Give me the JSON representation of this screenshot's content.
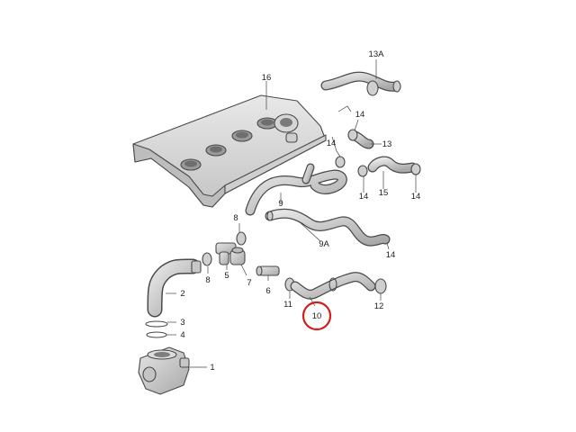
{
  "colors": {
    "part_fill": "#dadada",
    "part_shadow": "#b4b4b4",
    "outline": "#4a4a4a",
    "highlight_ring": "#d21e1e"
  },
  "highlighted_part": "10",
  "parts": [
    {
      "id": "p1",
      "label": "1"
    },
    {
      "id": "p2",
      "label": "2"
    },
    {
      "id": "p3",
      "label": "3"
    },
    {
      "id": "p4",
      "label": "4"
    },
    {
      "id": "p5",
      "label": "5"
    },
    {
      "id": "p6",
      "label": "6"
    },
    {
      "id": "p7",
      "label": "7"
    },
    {
      "id": "p8a",
      "label": "8"
    },
    {
      "id": "p8b",
      "label": "8"
    },
    {
      "id": "p9",
      "label": "9"
    },
    {
      "id": "p9a",
      "label": "9A"
    },
    {
      "id": "p10",
      "label": "10"
    },
    {
      "id": "p11",
      "label": "11"
    },
    {
      "id": "p12",
      "label": "12"
    },
    {
      "id": "p13",
      "label": "13"
    },
    {
      "id": "p13a",
      "label": "13A"
    },
    {
      "id": "p14a",
      "label": "14"
    },
    {
      "id": "p14b",
      "label": "14"
    },
    {
      "id": "p14c",
      "label": "14"
    },
    {
      "id": "p14d",
      "label": "14"
    },
    {
      "id": "p14e",
      "label": "14"
    },
    {
      "id": "p15",
      "label": "15"
    },
    {
      "id": "p16",
      "label": "16"
    }
  ]
}
